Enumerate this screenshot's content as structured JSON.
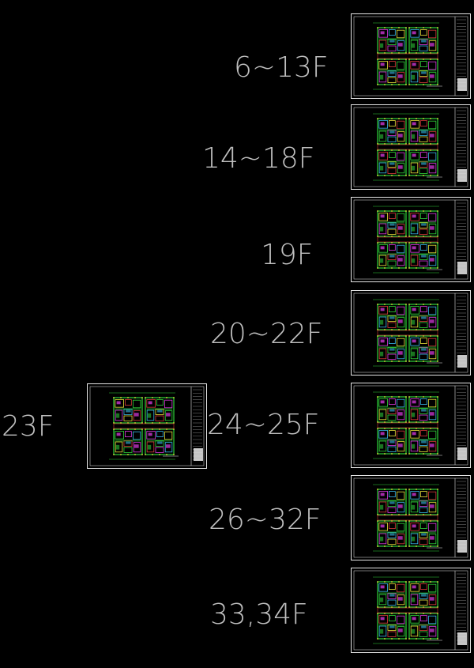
{
  "colors": {
    "background": "#000000",
    "label": "#bfbfbf",
    "frame": "#e6e6e6",
    "wall_green": "#2fd33a",
    "room_magenta": "#d83adf",
    "room_cyan": "#38b8e8",
    "room_yellow": "#e8e23a",
    "room_red": "#d63a3a"
  },
  "sheets": [
    {
      "id": "6-13",
      "label": "6~13F"
    },
    {
      "id": "14-18",
      "label": "14~18F"
    },
    {
      "id": "19",
      "label": "19F"
    },
    {
      "id": "20-22",
      "label": "20~22F"
    },
    {
      "id": "24-25",
      "label": "24~25F"
    },
    {
      "id": "26-32",
      "label": "26~32F"
    },
    {
      "id": "33-34",
      "label": "33,34F"
    },
    {
      "id": "23",
      "label": "23F"
    }
  ]
}
